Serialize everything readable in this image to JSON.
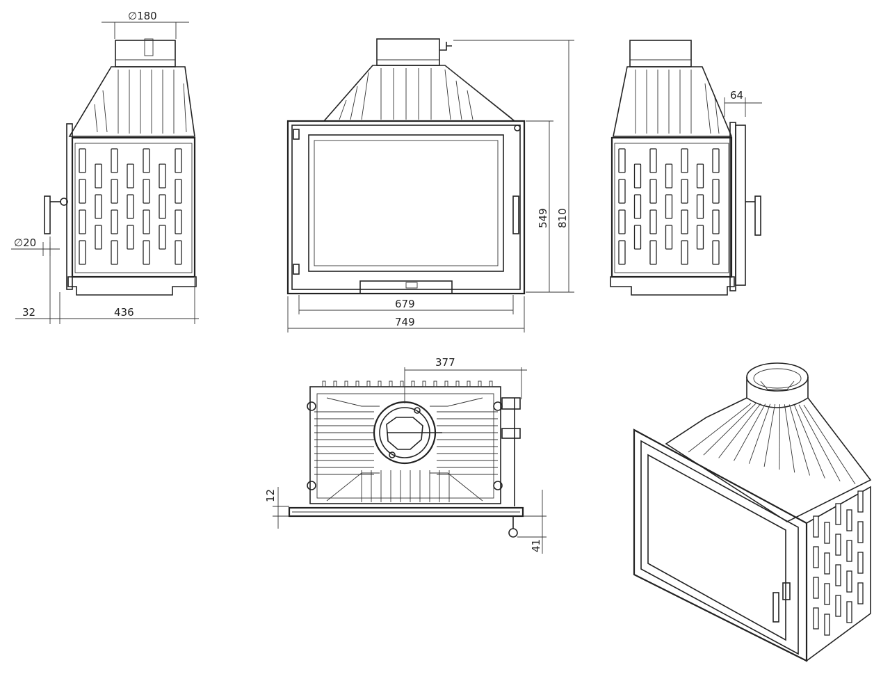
{
  "dimensions": {
    "flue_diameter": "180",
    "handle_diameter": "20",
    "side_offset": "32",
    "depth": "436",
    "glass_width": "679",
    "total_width": "749",
    "glass_height": "549",
    "total_height": "810",
    "side_step": "64",
    "flue_offset": "377",
    "frame_thickness": "12",
    "door_offset": "41"
  },
  "symbols": {
    "diameter": "∅"
  }
}
